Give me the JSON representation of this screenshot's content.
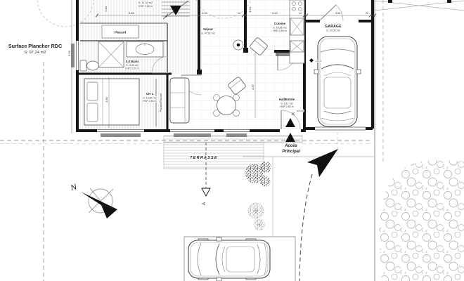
{
  "title": {
    "line1": "Surface Plancher RDC",
    "line2": "S: 97,24 m2"
  },
  "rooms": {
    "placard": {
      "name": "Placard"
    },
    "bains": {
      "name": "S.d Bains",
      "area": "S: 3,45 m2",
      "height": "HSP 2,50 m"
    },
    "ch1": {
      "name": "CH 1",
      "area": "S: 10,84 m2",
      "height": "HSP 2,50 m"
    },
    "placard2": {
      "name": "Placard/Placard"
    },
    "sejour": {
      "name": "Séjour",
      "area": "S: 47,92 m2"
    },
    "cuisine": {
      "name": "Cuisine",
      "area": "S: 10,56 m2",
      "height": "HSP 2,50 m"
    },
    "hall": {
      "name": "Hall/Entrée",
      "area": "S: 5,17 m2",
      "height": "HSP 2,50 m"
    },
    "garage": {
      "name": "GARAGE",
      "area": "S: 24,05 m2"
    },
    "cut_room": {
      "area": "S: 11,02 m2",
      "height": "HSP 2,50 m"
    },
    "terrasse": {
      "name": "TERRASSE"
    }
  },
  "dimensions": {
    "d340": "3.40",
    "d380": "3.80",
    "d420": "4.20",
    "d10": "10",
    "d454": "4.54",
    "d322": "3.22",
    "d12": "12",
    "d351": "3.51",
    "d22": "22",
    "d280": "2.80",
    "d437": "4.37",
    "d593": "5.93"
  },
  "levels": {
    "hall": "±0.00",
    "garage": "-0.13"
  },
  "annotations": {
    "access_line1": "Accès",
    "access_line2": "Principal",
    "north": "N",
    "section": "A"
  },
  "colors": {
    "wall": "#161616",
    "line": "#777777",
    "hatch": "#cccccc",
    "sill": "#8a8a8a",
    "text": "#222222",
    "arrow": "#111111"
  }
}
